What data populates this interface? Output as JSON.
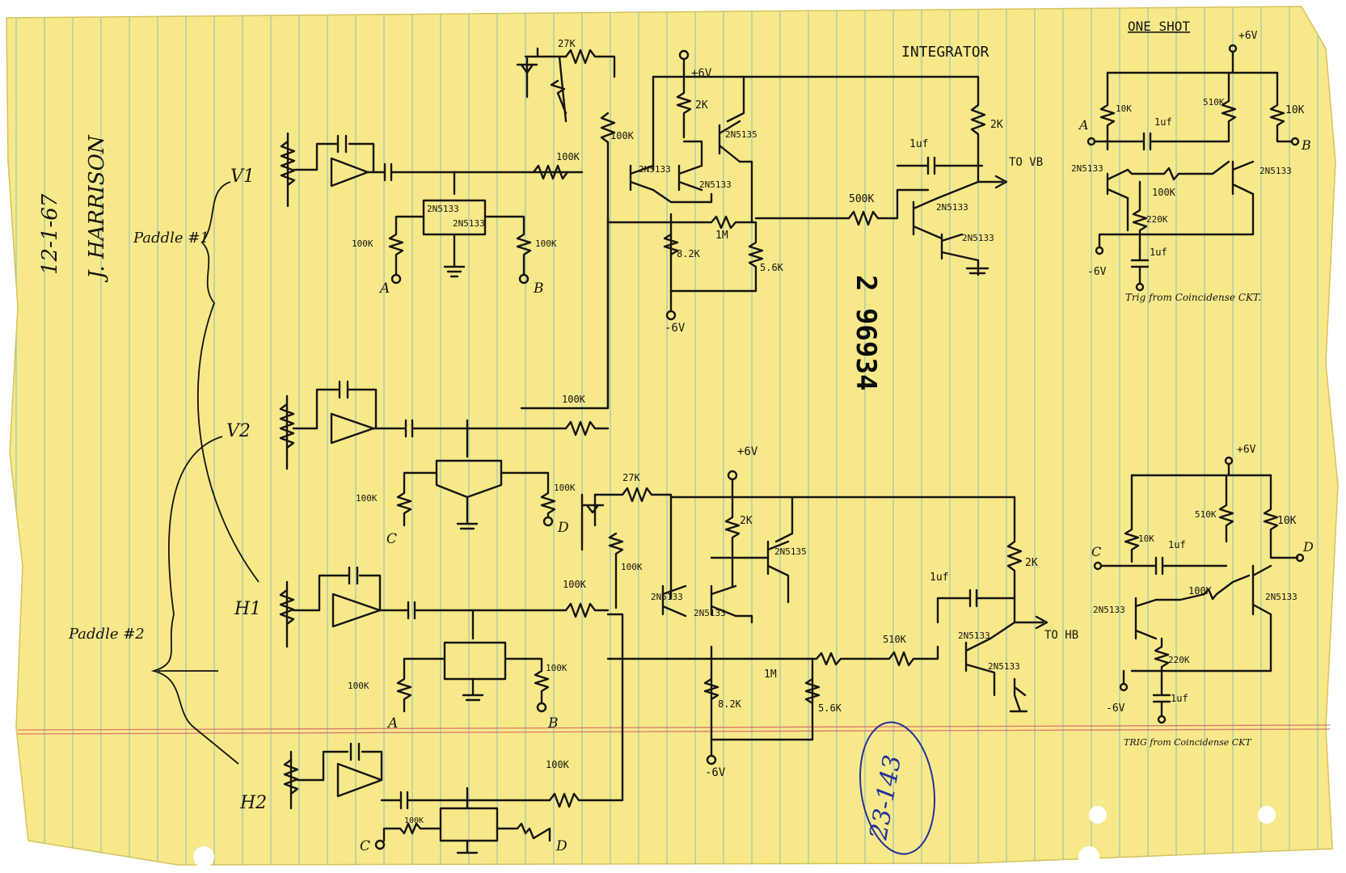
{
  "colors": {
    "paper": "#f7e98a",
    "rule_line": "#8fc2b8",
    "margin_line": "#d9776f",
    "ink": "#161410",
    "blue_ink": "#23319a",
    "stamp": "#0c0c0c"
  },
  "header": {
    "date": "12-1-67",
    "author": "J. HARRISON",
    "stamp_number": "2 96934",
    "folder_number": "23-143"
  },
  "side_labels": {
    "paddle1": "Paddle #1",
    "paddle2": "Paddle #2",
    "v1": "V1",
    "v2": "V2",
    "h1": "H1",
    "h2": "H2"
  },
  "top_circuit": {
    "title": "INTEGRATOR",
    "supply_pos": "+6V",
    "supply_neg": "-6V",
    "labels": {
      "r_27k": "27K",
      "r_100k_a": "100K",
      "r_100k_b": "100K",
      "r_100k_c": "100K",
      "r_100k_d": "100K",
      "r_100k_e": "100K",
      "r_2k_a": "2K",
      "r_2k_b": "2K",
      "r_82k": "8.2K",
      "r_56k": "5.6K",
      "r_1m": "1M",
      "r_500k": "500K",
      "c_1uf": "1uf",
      "q1": "2N5133",
      "q2": "2N5133",
      "q3": "2N5135",
      "q4": "2N5133",
      "q5": "2N5133",
      "q6": "2N5133",
      "q7": "2N5133",
      "out": "TO VB",
      "node_a": "A",
      "node_b": "B"
    }
  },
  "bottom_circuit": {
    "supply_pos": "+6V",
    "supply_neg": "-6V",
    "labels": {
      "r_27k": "27K",
      "r_100k_a": "100K",
      "r_100k_b": "100K",
      "r_100k_c": "100K",
      "r_100k_d": "100K",
      "r_100k_e": "100K",
      "r_100k_f": "100K",
      "r_100k_g": "100K",
      "r_100k_h": "100K",
      "r_2k_a": "2K",
      "r_2k_b": "2K",
      "r_82k": "8.2K",
      "r_56k": "5.6K",
      "r_1m": "1M",
      "r_510k": "510K",
      "c_1uf": "1uf",
      "q1": "2N5133",
      "q2": "2N5133",
      "q3": "2N5135",
      "q4": "2N5133",
      "q5": "2N5133",
      "out": "TO HB",
      "node_a": "A",
      "node_b": "B",
      "node_c": "C",
      "node_d": "D",
      "node_c2": "C",
      "node_d2": "D"
    }
  },
  "one_shot_top": {
    "title": "ONE SHOT",
    "supply_pos": "+6V",
    "supply_neg": "-6V",
    "labels": {
      "r_10k_a": "10K",
      "r_10k_b": "10K",
      "r_510k": "510K",
      "r_100k": "100K",
      "r_220k": "220K",
      "c_1uf_a": "1uf",
      "c_1uf_b": "1uf",
      "q1": "2N5133",
      "q2": "2N5133",
      "in": "A",
      "out": "B",
      "trig": "Trig from Coincidense CKT."
    }
  },
  "one_shot_bottom": {
    "supply_pos": "+6V",
    "supply_neg": "-6V",
    "labels": {
      "r_10k_a": "10K",
      "r_10k_b": "10K",
      "r_510k": "510K",
      "r_100k": "100K",
      "r_220k": "220K",
      "c_1uf_a": "1uf",
      "c_1uf_b": "1uf",
      "q1": "2N5133",
      "q2": "2N5133",
      "in": "C",
      "out": "D",
      "trig": "TRIG from Coincidense CKT"
    }
  }
}
